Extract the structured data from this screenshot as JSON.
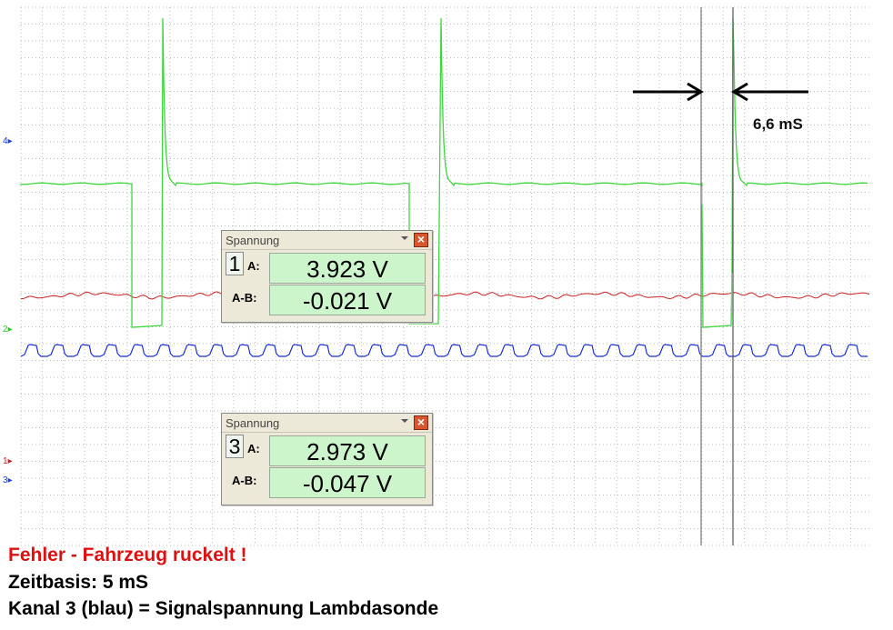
{
  "channel_markers": [
    {
      "label": "4",
      "color": "#1a3cdc"
    },
    {
      "label": "2",
      "color": "#22cc22"
    },
    {
      "label": "1",
      "color": "#cc2020"
    },
    {
      "label": "3",
      "color": "#1a3cdc"
    }
  ],
  "measurement": {
    "interval_label": "6,6 mS"
  },
  "panels": [
    {
      "title": "Spannung",
      "channel": "1",
      "label_a": "A:",
      "value_a": "3.923 V",
      "label_ab": "A-B:",
      "value_ab": "-0.021 V"
    },
    {
      "title": "Spannung",
      "channel": "3",
      "label_a": "A:",
      "value_a": "2.973 V",
      "label_ab": "A-B:",
      "value_ab": "-0.047 V"
    }
  ],
  "captions": {
    "line1": "Fehler - Fahrzeug ruckelt !",
    "line2": "Zeitbasis: 5 mS",
    "line3": "Kanal 3 (blau) = Signalspannung Lambdasonde"
  },
  "colors": {
    "green_trace": "#3dd63d",
    "red_trace": "#cc2222",
    "blue_trace": "#1a2ed6",
    "caption_red": "#e01010",
    "grid": "#bdbdbd"
  }
}
